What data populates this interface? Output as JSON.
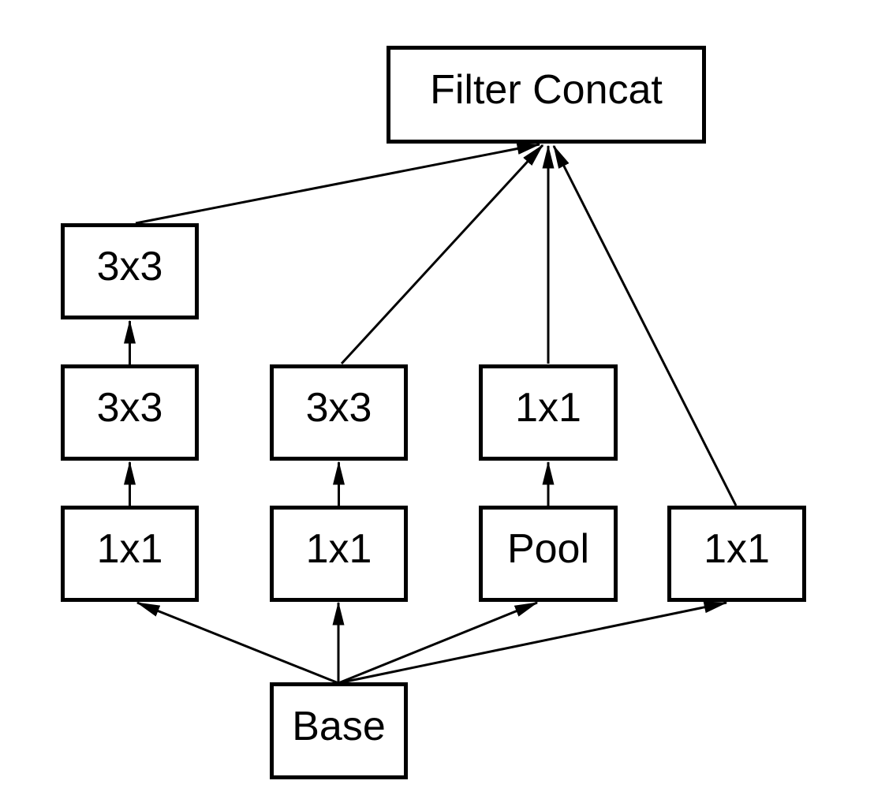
{
  "diagram": {
    "kind": "neural-network-inception-module",
    "colors": {
      "stroke": "#000000",
      "background": "#ffffff",
      "text": "#000000"
    },
    "nodes": {
      "filter_concat": {
        "label": "Filter Concat"
      },
      "branch1_conv3_top": {
        "label": "3x3"
      },
      "branch1_conv3_mid": {
        "label": "3x3"
      },
      "branch1_conv1": {
        "label": "1x1"
      },
      "branch2_conv3": {
        "label": "3x3"
      },
      "branch2_conv1": {
        "label": "1x1"
      },
      "branch3_conv1": {
        "label": "1x1"
      },
      "branch3_pool": {
        "label": "Pool"
      },
      "branch4_conv1": {
        "label": "1x1"
      },
      "base": {
        "label": "Base"
      }
    },
    "edges": [
      {
        "from": "base",
        "to": "branch1_conv1"
      },
      {
        "from": "base",
        "to": "branch2_conv1"
      },
      {
        "from": "base",
        "to": "branch3_pool"
      },
      {
        "from": "base",
        "to": "branch4_conv1"
      },
      {
        "from": "branch1_conv1",
        "to": "branch1_conv3_mid"
      },
      {
        "from": "branch1_conv3_mid",
        "to": "branch1_conv3_top"
      },
      {
        "from": "branch1_conv3_top",
        "to": "filter_concat"
      },
      {
        "from": "branch2_conv1",
        "to": "branch2_conv3"
      },
      {
        "from": "branch2_conv3",
        "to": "filter_concat"
      },
      {
        "from": "branch3_pool",
        "to": "branch3_conv1"
      },
      {
        "from": "branch3_conv1",
        "to": "filter_concat"
      },
      {
        "from": "branch4_conv1",
        "to": "filter_concat"
      }
    ]
  }
}
